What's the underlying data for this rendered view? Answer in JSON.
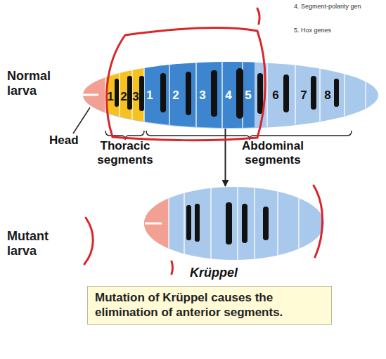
{
  "diagram": {
    "caption": "Mutation of Krüppel causes the elimination of anterior segments.",
    "nodes": [
      {
        "text": [
          "Normal larva"
        ]
      },
      {
        "text": [
          "Mutant larva"
        ]
      }
    ],
    "edges": [
      {
        "from": 0,
        "to": 1,
        "arrow": "to"
      }
    ],
    "labels": [
      "4. Segment-polarity gen",
      "5. Hox genes",
      "1",
      "2",
      "3",
      "1",
      "2",
      "3",
      "4",
      "5",
      "6",
      "7",
      "8",
      "Head",
      "Thoracic segments",
      "Abdominal segments",
      "Krüppel"
    ]
  }
}
